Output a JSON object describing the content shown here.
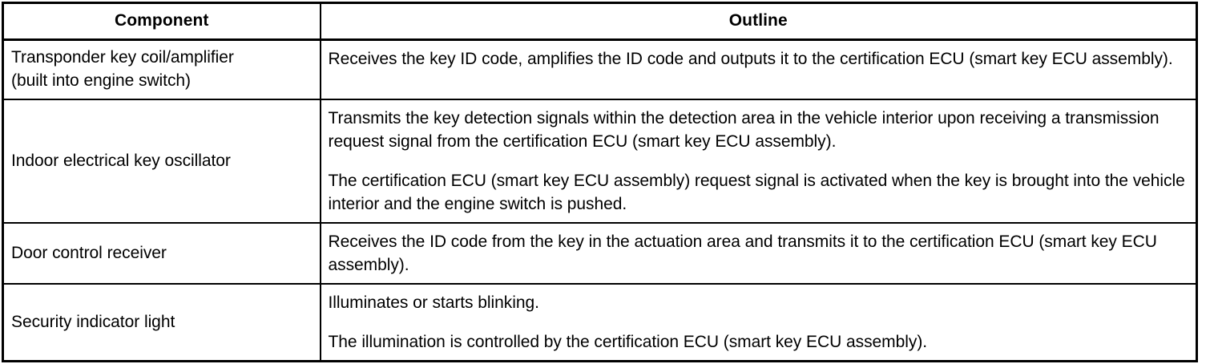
{
  "table": {
    "headers": {
      "component": "Component",
      "outline": "Outline"
    },
    "rows": [
      {
        "component_line1": "Transponder key coil/amplifier",
        "component_line2": "(built into engine switch)",
        "outline_paragraphs": [
          "Receives the key ID code, amplifies the ID code and outputs it to the certification ECU (smart key ECU assembly)."
        ]
      },
      {
        "component_line1": "Indoor electrical key oscillator",
        "component_line2": "",
        "outline_paragraphs": [
          "Transmits the key detection signals within the detection area in the vehicle interior upon receiving a transmission request signal from the certification ECU (smart key ECU assembly).",
          "The certification ECU (smart key ECU assembly) request signal is activated when the key is brought into the vehicle interior and the engine switch is pushed."
        ]
      },
      {
        "component_line1": "Door control receiver",
        "component_line2": "",
        "outline_paragraphs": [
          "Receives the ID code from the key in the actuation area and transmits it to the certification ECU (smart key ECU assembly)."
        ]
      },
      {
        "component_line1": "Security indicator light",
        "component_line2": "",
        "outline_paragraphs": [
          "Illuminates or starts blinking.",
          "The illumination is controlled by the certification ECU (smart key ECU assembly)."
        ]
      }
    ]
  },
  "colors": {
    "border": "#000000",
    "background": "#ffffff",
    "text": "#000000"
  }
}
